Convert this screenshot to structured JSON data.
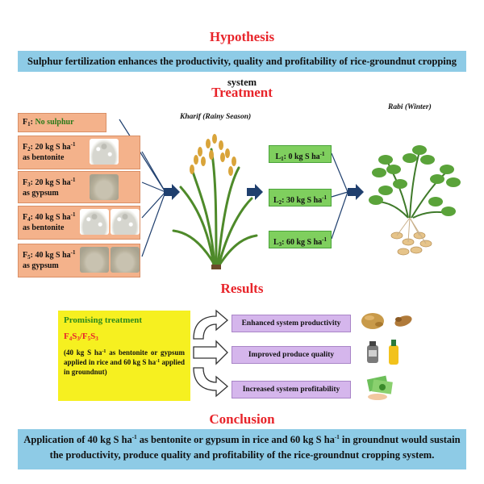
{
  "hypothesis": {
    "heading": "Hypothesis",
    "text": "Sulphur fertilization enhances the productivity, quality and profitability of rice-groundnut cropping system"
  },
  "treatment": {
    "heading": "Treatment",
    "kharif_label": "Kharif (Rainy Season)",
    "rabi_label": "Rabi (Winter)",
    "f_boxes": [
      {
        "code": "F",
        "sub": "1",
        "text": ": ",
        "detail": "No sulphur"
      },
      {
        "code": "F",
        "sub": "2",
        "text": ": 20 kg S ha",
        "sup": "-1",
        "detail": "as bentonite"
      },
      {
        "code": "F",
        "sub": "3",
        "text": ": 20 kg S ha",
        "sup": "-1",
        "detail": "as gypsum"
      },
      {
        "code": "F",
        "sub": "4",
        "text": ": 40 kg S ha",
        "sup": "-1",
        "detail": "as bentonite"
      },
      {
        "code": "F",
        "sub": "5",
        "text": ": 40 kg S ha",
        "sup": "-1",
        "detail": "as gypsum"
      }
    ],
    "l_boxes": [
      {
        "code": "L",
        "sub": "1",
        "text": ": 0 kg S ha",
        "sup": "-1"
      },
      {
        "code": "L",
        "sub": "2",
        "text": ": 30 kg S ha",
        "sup": "-1"
      },
      {
        "code": "L",
        "sub": "3",
        "text": ": 60 kg S ha",
        "sup": "-1"
      }
    ]
  },
  "results": {
    "heading": "Results",
    "promising_title": "Promising treatment",
    "promising_code_a": "F",
    "promising_sub_a1": "4",
    "promising_code_b": "S",
    "promising_sub_b1": "3",
    "promising_sep": "/",
    "promising_sub_a2": "5",
    "promising_sub_b2": "3",
    "promising_detail_1": "(40 kg S ha",
    "promising_detail_sup": "-1",
    "promising_detail_2": " as bentonite or gypsum applied in rice and 60 kg S ha",
    "promising_detail_3": " applied in groundnut)",
    "outcomes": [
      "Enhanced system productivity",
      "Improved produce quality",
      "Increased system profitability"
    ]
  },
  "conclusion": {
    "heading": "Conclusion",
    "part1": "Application of 40 kg S ha",
    "sup1": "-1",
    "part2": " as bentonite or gypsum in rice and 60 kg S ha",
    "sup2": "-1",
    "part3": " in groundnut would sustain the productivity, produce quality and profitability of the rice-groundnut cropping system."
  },
  "colors": {
    "heading_red": "#e8242a",
    "blue_box": "#8ecbe6",
    "f_box": "#f4b28b",
    "l_box": "#7fcf5e",
    "promising_box": "#f6f020",
    "result_box": "#d5b6ec",
    "arrow_navy": "#1f3f6e"
  }
}
